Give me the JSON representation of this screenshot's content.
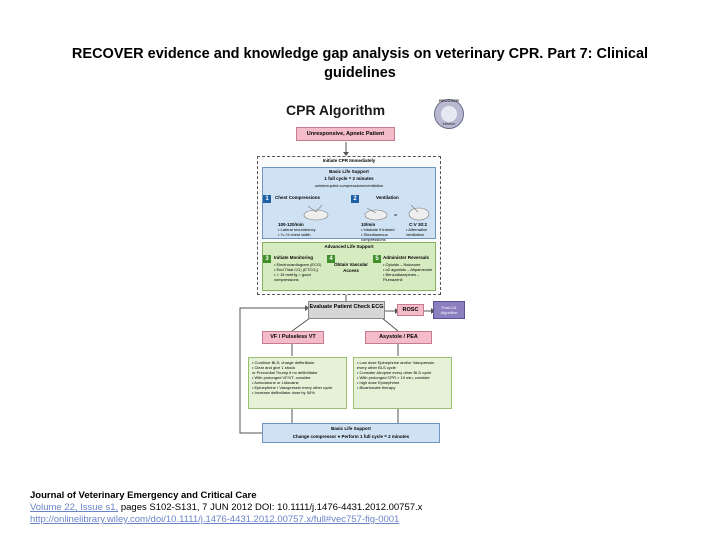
{
  "slide_title": "RECOVER evidence and knowledge gap analysis on veterinary CPR. Part 7: Clinical guidelines",
  "diagram": {
    "title": "CPR Algorithm",
    "logo": {
      "text": "RECOVER",
      "sub": "Initiative",
      "icon": "recover-logo-icon"
    },
    "start": "Unresponsive, Apneic Patient",
    "initiate": "Initiate CPR Immediately",
    "bls": {
      "title": "Basic Life Support",
      "cycle": "1 full cycle = 2 minutes",
      "sub": "uninterrupted compressions/ventilation",
      "compressions": {
        "num": "1",
        "title": "Chest Compressions",
        "rate": "100-120/min",
        "bullets": [
          "• Lateral recumbency",
          "• ⅓–½ chest width"
        ]
      },
      "ventilation": {
        "num": "2",
        "title": "Ventilation",
        "rate": "10/min",
        "or": "or",
        "cv": "C:V 30:2",
        "bullets": [
          "• Intubate if trained",
          "• Simultaneous compressions"
        ],
        "cv_note": "• Alternative ventilation"
      }
    },
    "als": {
      "title": "Advanced Life Support",
      "monitoring": {
        "num": "3",
        "title": "Initiate Monitoring",
        "bullets": [
          "• Electrocardiogram (ECG)",
          "• End Tidal CO₂ (ETCO₂)",
          "• > 15 mmHg = good compressions"
        ]
      },
      "access": {
        "num": "4",
        "title": "Obtain Vascular Access"
      },
      "reversals": {
        "num": "5",
        "title": "Administer Reversals",
        "bullets": [
          "• Opioids – Naloxone",
          "• α2 agonists – Atipamezole",
          "• Benzodiazepines – Flumazenil"
        ]
      }
    },
    "evaluate": "Evaluate Patient Check ECG",
    "rosc": "ROSC",
    "post_arrest": "Post-CA Algorithm",
    "vf": "VF / Pulseless VT",
    "asystole": "Asystole / PEA",
    "vf_detail": [
      "• Continue BLS; charge defibrillator",
      "• Clear and give 1 shock",
      "   or Precordial Thump if no defibrillator",
      "• With prolonged VF/VT, consider",
      "   • Amiodarone or Lidocaine",
      "   • Epinephrine / Vasopressin every other cycle",
      "   • Increase defibrillator dose by 50%"
    ],
    "asystole_detail": [
      "• Low dose Epinephrine and/or Vasopressin",
      "   every other BLS cycle",
      "• Consider Atropine every other BLS cycle",
      "• With prolonged CPR > 10 min, consider",
      "   • high dose Epinephrine",
      "   • Bicarbonate therapy"
    ],
    "bls_bottom": {
      "title": "Basic Life Support",
      "sub": "Change compressor ● Perform 1 full cycle = 2 minutes"
    }
  },
  "footer": {
    "journal": "Journal of Veterinary Emergency and Critical Care",
    "volume_link": "Volume 22, Issue s1,",
    "pages": " pages S102-S131, 7 JUN 2012 DOI: 10.1111/j.1476-4431.2012.00757.x",
    "url": "http://onlinelibrary.wiley.com/doi/10.1111/j.1476-4431.2012.00757.x/full#vec757-fig-0001"
  }
}
